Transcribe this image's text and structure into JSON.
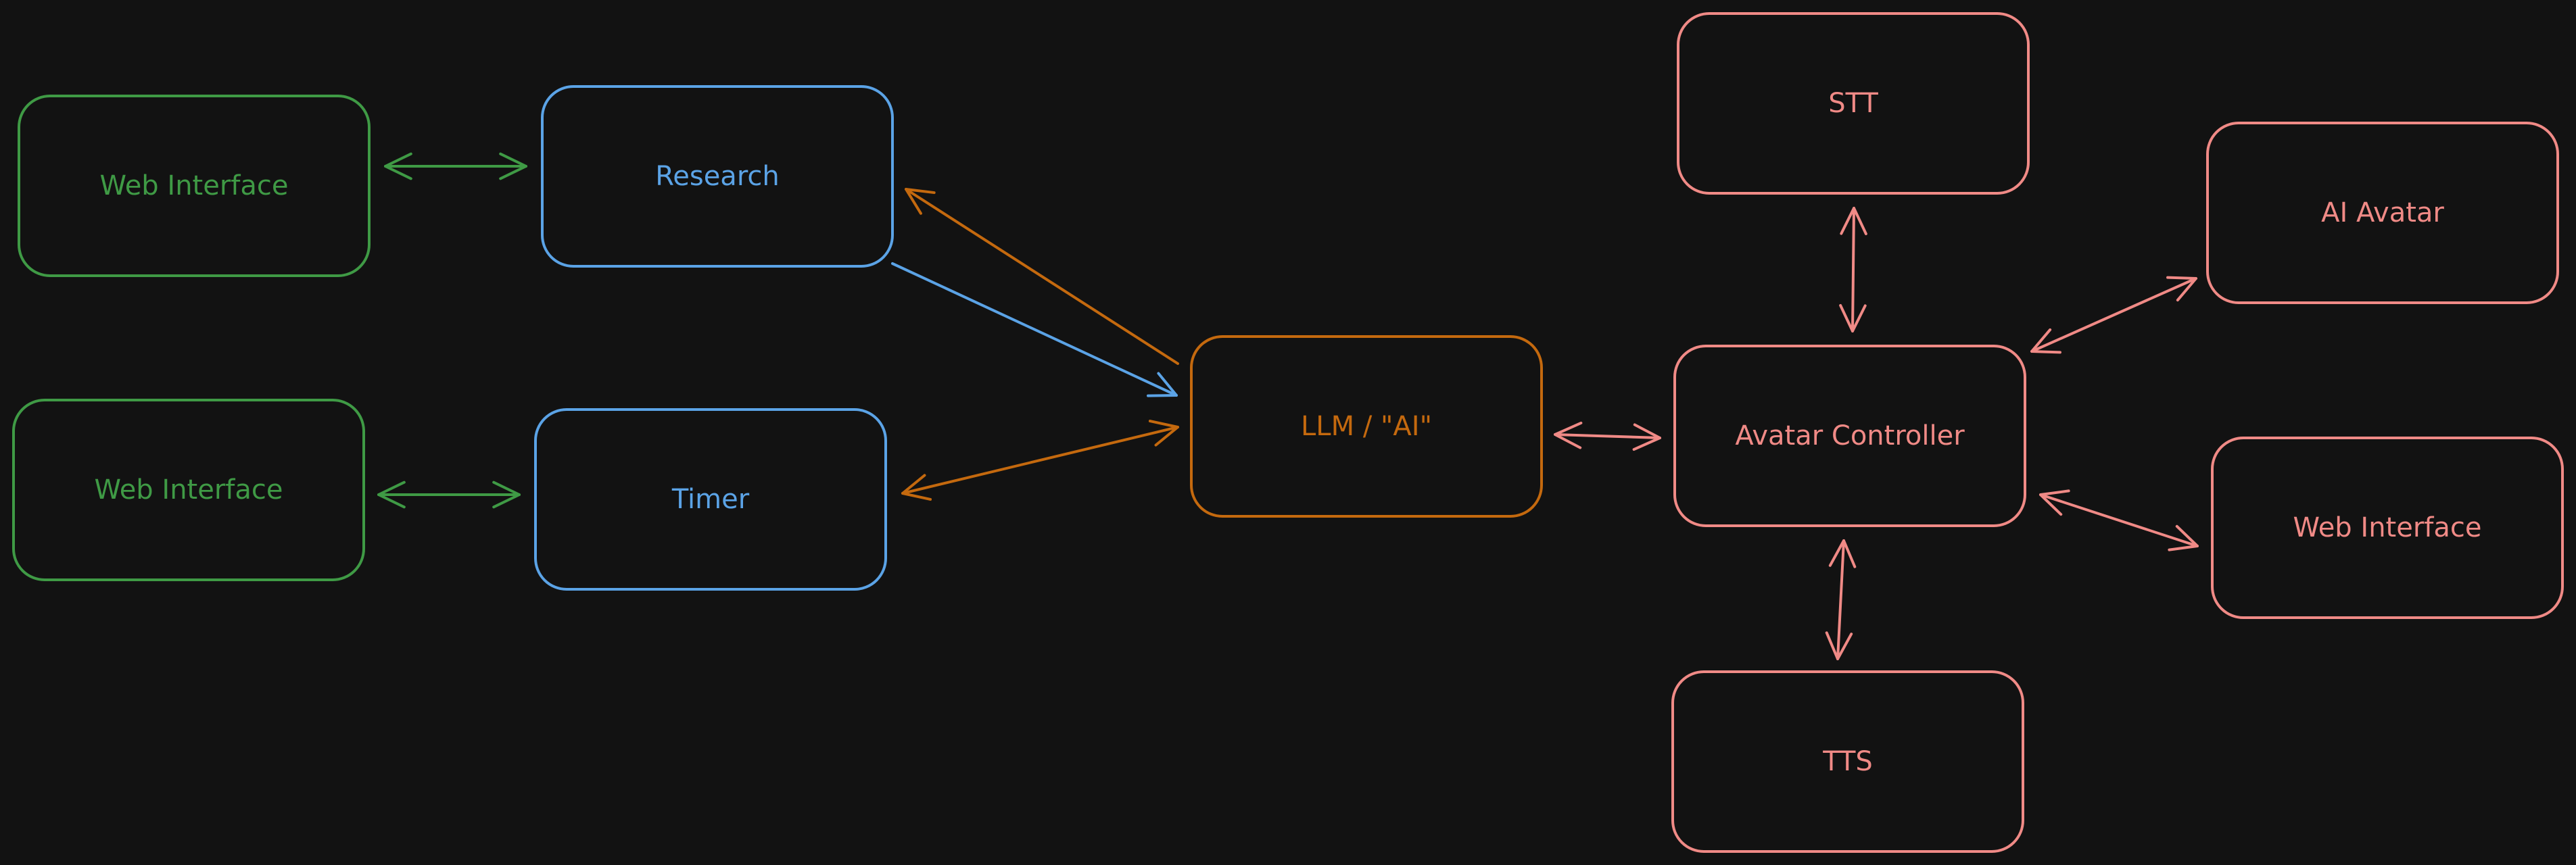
{
  "colors": {
    "background": "#121212",
    "green": "#3f9a45",
    "blue": "#5ba3e6",
    "orange": "#c4690e",
    "pink": "#f08a86"
  },
  "nodes": {
    "web_interface_top": {
      "label": "Web Interface",
      "color": "green"
    },
    "web_interface_bottom": {
      "label": "Web Interface",
      "color": "green"
    },
    "research": {
      "label": "Research",
      "color": "blue"
    },
    "timer": {
      "label": "Timer",
      "color": "blue"
    },
    "llm": {
      "label": "LLM / \"AI\"",
      "color": "orange"
    },
    "stt": {
      "label": "STT",
      "color": "pink"
    },
    "avatar_controller": {
      "label": "Avatar Controller",
      "color": "pink"
    },
    "tts": {
      "label": "TTS",
      "color": "pink"
    },
    "ai_avatar": {
      "label": "AI Avatar",
      "color": "pink"
    },
    "web_interface_right": {
      "label": "Web Interface",
      "color": "pink"
    }
  },
  "edges": [
    {
      "from": "web_interface_top",
      "to": "research",
      "color": "green",
      "direction": "both"
    },
    {
      "from": "web_interface_bottom",
      "to": "timer",
      "color": "green",
      "direction": "both"
    },
    {
      "from": "research",
      "to": "llm",
      "color": "blue",
      "direction": "forward"
    },
    {
      "from": "llm",
      "to": "research",
      "color": "orange",
      "direction": "forward"
    },
    {
      "from": "timer",
      "to": "llm",
      "color": "orange",
      "direction": "both"
    },
    {
      "from": "llm",
      "to": "avatar_controller",
      "color": "pink",
      "direction": "both"
    },
    {
      "from": "stt",
      "to": "avatar_controller",
      "color": "pink",
      "direction": "both"
    },
    {
      "from": "avatar_controller",
      "to": "tts",
      "color": "pink",
      "direction": "both"
    },
    {
      "from": "avatar_controller",
      "to": "ai_avatar",
      "color": "pink",
      "direction": "both"
    },
    {
      "from": "avatar_controller",
      "to": "web_interface_right",
      "color": "pink",
      "direction": "both"
    }
  ]
}
